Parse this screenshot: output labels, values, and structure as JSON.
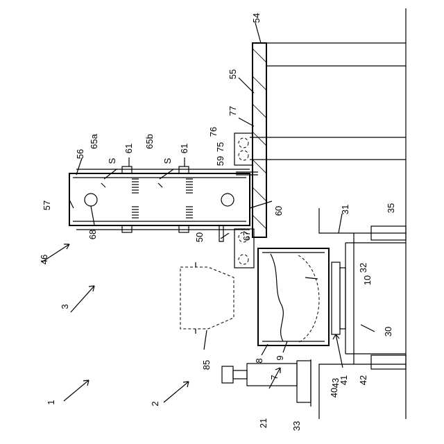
{
  "labels": {
    "l1": "1",
    "l2": "2",
    "l3": "3",
    "l7": "7",
    "l8": "8",
    "l9": "9",
    "l10": "10",
    "l21": "21",
    "l30": "30",
    "l31": "31",
    "l32": "32",
    "l33": "33",
    "l35": "35",
    "l40": "40",
    "l41": "41",
    "l42": "42",
    "l43": "43",
    "l46": "46",
    "l50": "50",
    "l54": "54",
    "l55": "55",
    "l56": "56",
    "l57": "57",
    "l59": "59",
    "l60": "60",
    "l61a": "61",
    "l61b": "61",
    "l65a": "65a",
    "l65b": "65b",
    "l67": "67",
    "l68": "68",
    "l75": "75",
    "l76": "76",
    "l77": "77",
    "l85": "85",
    "sA": "S",
    "sB": "S"
  }
}
